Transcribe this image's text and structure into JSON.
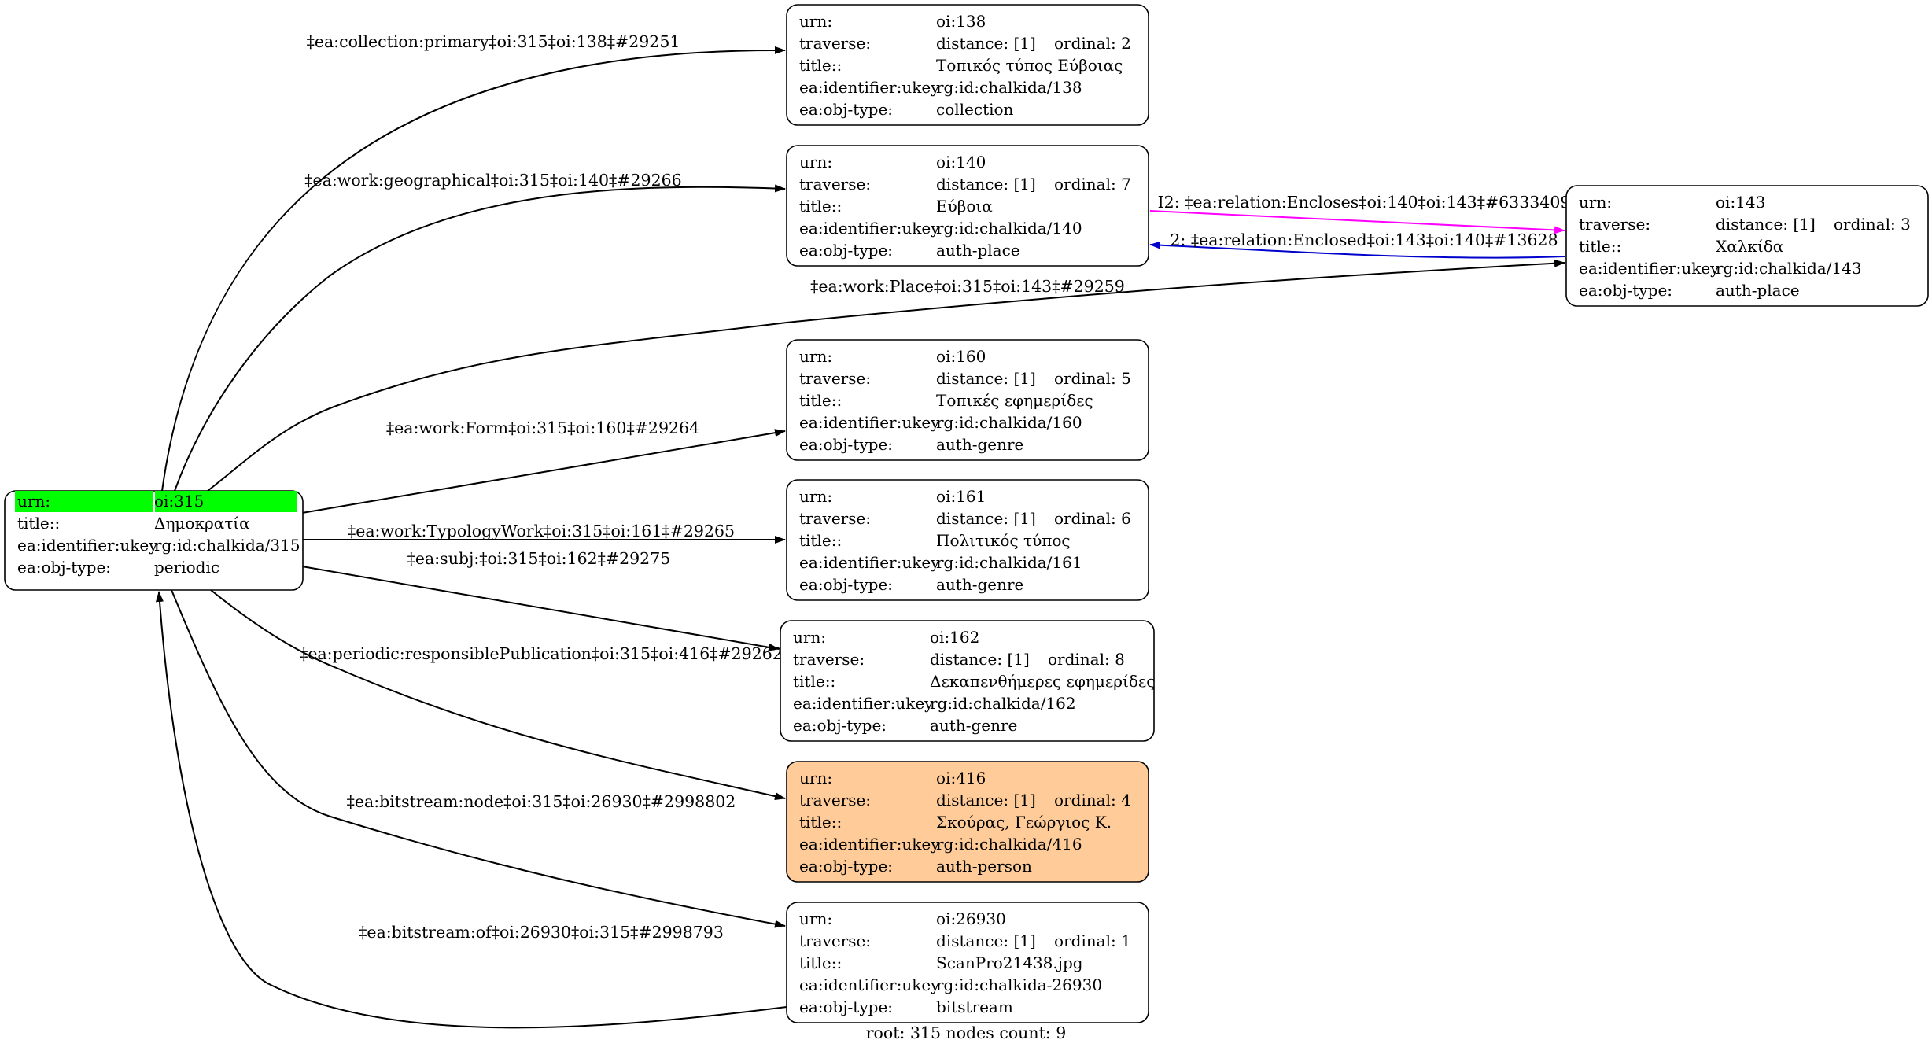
{
  "caption": "root: 315 nodes count: 9",
  "colors": {
    "root_highlight": "#00ff00",
    "person_fill": "#ffcc99",
    "default_fill": "#ffffff",
    "edge_default": "#000000",
    "edge_encloses": "#ff00ff",
    "edge_enclosed": "#0000cc"
  },
  "root_node": {
    "id": "315",
    "fields": [
      {
        "key": "urn:",
        "value": "oi:315",
        "highlight": true
      },
      {
        "key": "title::",
        "value": "Δημοκρατία"
      },
      {
        "key": "ea:identifier:ukey",
        "value": "rg:id:chalkida/315"
      },
      {
        "key": "ea:obj-type:",
        "value": "periodic"
      }
    ]
  },
  "nodes": [
    {
      "id": "138",
      "fill": "default",
      "urn": "oi:138",
      "distance": "distance: [1]",
      "ordinal": "ordinal: 2",
      "title": "Τοπικός τύπος Εύβοιας",
      "ukey": "rg:id:chalkida/138",
      "objtype": "collection"
    },
    {
      "id": "140",
      "fill": "default",
      "urn": "oi:140",
      "distance": "distance: [1]",
      "ordinal": "ordinal: 7",
      "title": "Εύβοια",
      "ukey": "rg:id:chalkida/140",
      "objtype": "auth-place"
    },
    {
      "id": "143",
      "fill": "default",
      "urn": "oi:143",
      "distance": "distance: [1]",
      "ordinal": "ordinal: 3",
      "title": "Χαλκίδα",
      "ukey": "rg:id:chalkida/143",
      "objtype": "auth-place"
    },
    {
      "id": "160",
      "fill": "default",
      "urn": "oi:160",
      "distance": "distance: [1]",
      "ordinal": "ordinal: 5",
      "title": "Τοπικές εφημερίδες",
      "ukey": "rg:id:chalkida/160",
      "objtype": "auth-genre"
    },
    {
      "id": "161",
      "fill": "default",
      "urn": "oi:161",
      "distance": "distance: [1]",
      "ordinal": "ordinal: 6",
      "title": "Πολιτικός τύπος",
      "ukey": "rg:id:chalkida/161",
      "objtype": "auth-genre"
    },
    {
      "id": "162",
      "fill": "default",
      "urn": "oi:162",
      "distance": "distance: [1]",
      "ordinal": "ordinal: 8",
      "title": "Δεκαπενθήμερες εφημερίδες",
      "ukey": "rg:id:chalkida/162",
      "objtype": "auth-genre"
    },
    {
      "id": "416",
      "fill": "person",
      "urn": "oi:416",
      "distance": "distance: [1]",
      "ordinal": "ordinal: 4",
      "title": "Σκούρας, Γεώργιος Κ.",
      "ukey": "rg:id:chalkida/416",
      "objtype": "auth-person"
    },
    {
      "id": "26930",
      "fill": "default",
      "urn": "oi:26930",
      "distance": "distance: [1]",
      "ordinal": "ordinal: 1",
      "title": "ScanPro21438.jpg",
      "ukey": "rg:id:chalkida-26930",
      "objtype": "bitstream"
    }
  ],
  "field_keys": {
    "urn": "urn:",
    "traverse": "traverse:",
    "title": "title::",
    "ukey": "ea:identifier:ukey",
    "objtype": "ea:obj-type:"
  },
  "edges": [
    {
      "id": "e-138",
      "from": "315",
      "to": "138",
      "color": "default",
      "label": "‡ea:collection:primary‡oi:315‡oi:138‡#29251"
    },
    {
      "id": "e-140",
      "from": "315",
      "to": "140",
      "color": "default",
      "label": "‡ea:work:geographical‡oi:315‡oi:140‡#29266"
    },
    {
      "id": "e-143",
      "from": "315",
      "to": "143",
      "color": "default",
      "label": "‡ea:work:Place‡oi:315‡oi:143‡#29259"
    },
    {
      "id": "e-160",
      "from": "315",
      "to": "160",
      "color": "default",
      "label": "‡ea:work:Form‡oi:315‡oi:160‡#29264"
    },
    {
      "id": "e-161",
      "from": "315",
      "to": "161",
      "color": "default",
      "label": "‡ea:work:TypologyWork‡oi:315‡oi:161‡#29265"
    },
    {
      "id": "e-162",
      "from": "315",
      "to": "162",
      "color": "default",
      "label": "‡ea:subj:‡oi:315‡oi:162‡#29275"
    },
    {
      "id": "e-416",
      "from": "315",
      "to": "416",
      "color": "default",
      "label": "‡ea:periodic:responsiblePublication‡oi:315‡oi:416‡#29262"
    },
    {
      "id": "e-26930",
      "from": "315",
      "to": "26930",
      "color": "default",
      "label": "‡ea:bitstream:node‡oi:315‡oi:26930‡#2998802"
    },
    {
      "id": "e-back",
      "from": "26930",
      "to": "315",
      "color": "default",
      "label": "‡ea:bitstream:of‡oi:26930‡oi:315‡#2998793"
    },
    {
      "id": "e-encloses",
      "from": "140",
      "to": "143",
      "color": "encloses",
      "label": "I2: ‡ea:relation:Encloses‡oi:140‡oi:143‡#6333409"
    },
    {
      "id": "e-enclosed",
      "from": "143",
      "to": "140",
      "color": "enclosed",
      "label": "2: ‡ea:relation:Enclosed‡oi:143‡oi:140‡#13628"
    }
  ]
}
